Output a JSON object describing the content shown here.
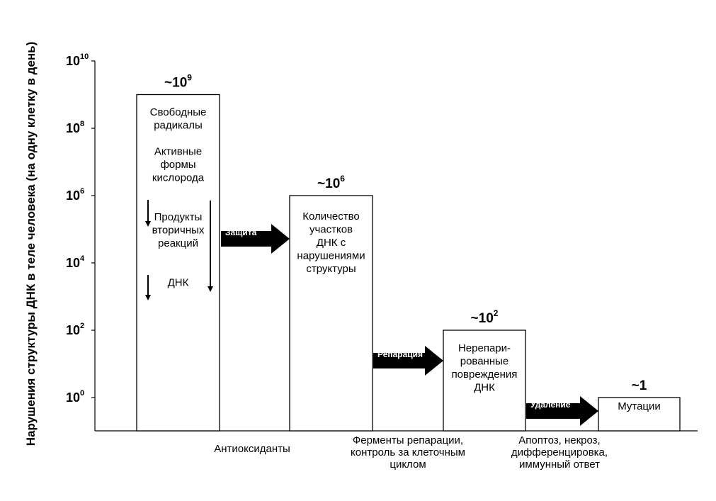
{
  "chart_data": {
    "type": "bar",
    "ylabel": "Нарушения структуры ДНК в теле человека (на одну клетку в  день)",
    "yscale": "log",
    "ylim": [
      0.1,
      10000000000
    ],
    "yticks": [
      {
        "base": "10",
        "exp": "0",
        "value": 1
      },
      {
        "base": "10",
        "exp": "2",
        "value": 100
      },
      {
        "base": "10",
        "exp": "4",
        "value": 10000
      },
      {
        "base": "10",
        "exp": "6",
        "value": 1000000
      },
      {
        "base": "10",
        "exp": "8",
        "value": 100000000
      },
      {
        "base": "10",
        "exp": "10",
        "value": 10000000000
      }
    ],
    "categories": [
      "Свободные радикалы",
      "Количество участков ДНК с нарушениями структуры",
      "Нерепарированные повреждения ДНК",
      "Мутации"
    ],
    "values": [
      1000000000,
      1000000,
      100,
      1
    ],
    "value_labels": [
      {
        "prefix": "~10",
        "exp": "9"
      },
      {
        "prefix": "~10",
        "exp": "6"
      },
      {
        "prefix": "~10",
        "exp": "2"
      },
      {
        "prefix": "~1",
        "exp": ""
      }
    ],
    "bars": [
      {
        "lines": [
          "Свободные",
          "радикалы",
          "",
          "Активные",
          "формы",
          "кислорода",
          "",
          "",
          "Продукты",
          "вторичных",
          "реакций",
          "",
          "",
          "ДНК"
        ]
      },
      {
        "lines": [
          "Количество",
          "участков",
          "ДНК с",
          "нарушениями",
          "структуры"
        ]
      },
      {
        "lines": [
          "Нерепари-",
          "рованные",
          "повреждения",
          "ДНК"
        ]
      },
      {
        "lines": [
          "Мутации"
        ]
      }
    ],
    "transitions": [
      {
        "label": "Защита",
        "below": [
          "Антиоксиданты"
        ]
      },
      {
        "label": "Репарация",
        "below": [
          "Ферменты репарации,",
          "контроль за клеточным",
          "циклом"
        ]
      },
      {
        "label": "Удаление",
        "below": [
          "Апоптоз, некроз,",
          "дифференцировка,",
          "иммунный ответ"
        ]
      }
    ],
    "grid": false,
    "legend": "none"
  }
}
